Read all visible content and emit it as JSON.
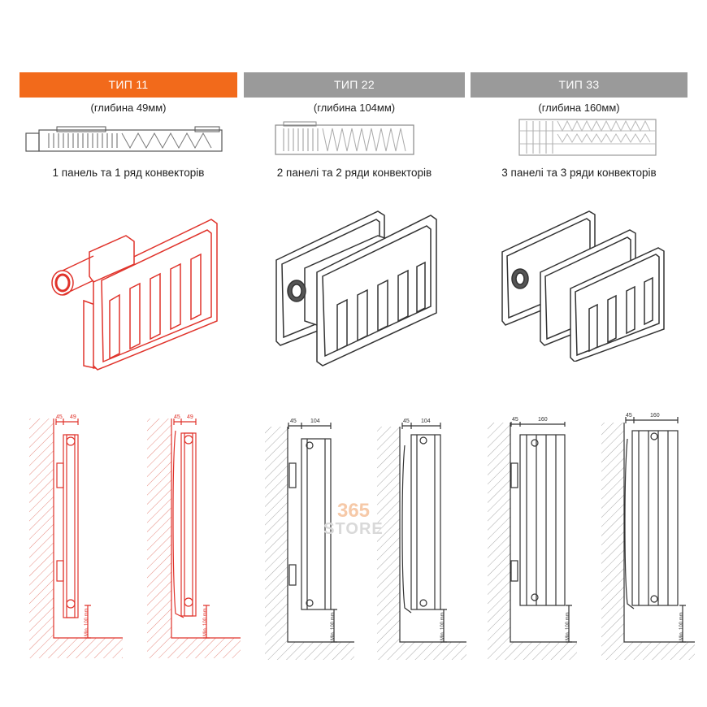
{
  "types": [
    {
      "label": "ТИП 11",
      "depth": "(глибина 49мм)",
      "desc": "1 панель та 1 ряд конвекторів",
      "color": "#f26a1b",
      "dim_depth": "49",
      "dim_gap": "45",
      "min_label": "Min. 100 mm"
    },
    {
      "label": "ТИП 22",
      "depth": "(глибина 104мм)",
      "desc": "2 панелі та 2 ряди конвекторів",
      "color": "#9a9a9a",
      "dim_depth": "104",
      "dim_gap": "45",
      "min_label": "Min. 100 mm"
    },
    {
      "label": "ТИП 33",
      "depth": "(глибина 160мм)",
      "desc": "3 панелі та 3 ряди конвекторів",
      "color": "#9a9a9a",
      "dim_depth": "160",
      "dim_gap": "45",
      "min_label": "Min. 100 mm"
    }
  ],
  "watermark": {
    "number": "365",
    "text": "STORE"
  },
  "colors": {
    "accent": "#f26a1b",
    "inactive": "#9a9a9a",
    "drawing_red": "#e0332b",
    "drawing_dark": "#333333"
  }
}
